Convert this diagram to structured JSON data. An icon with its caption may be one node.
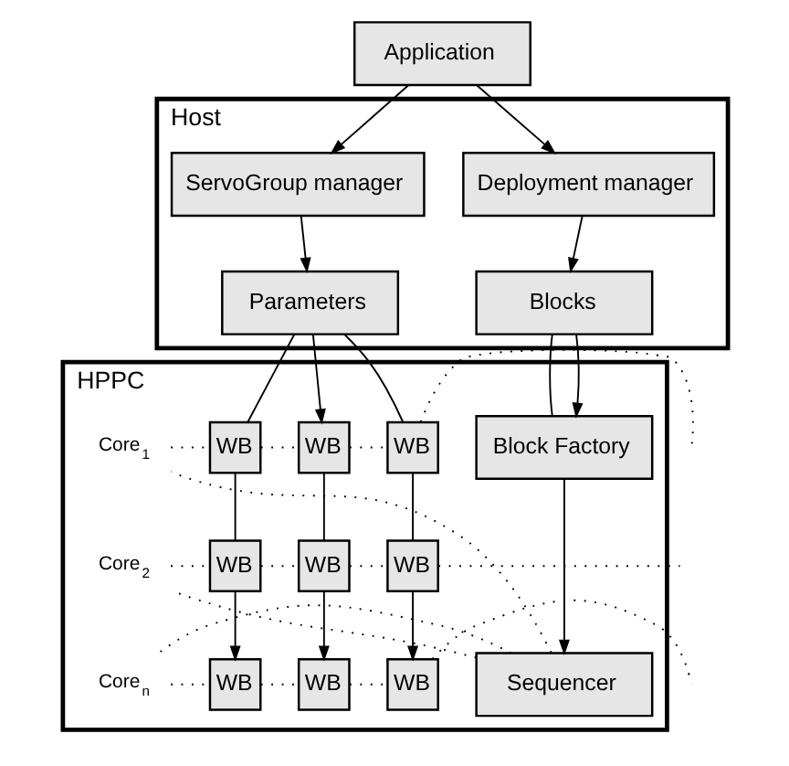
{
  "diagram": {
    "nodes": [
      {
        "text": [
          "Application"
        ]
      },
      {
        "text": [
          "Host"
        ]
      },
      {
        "text": [
          "Deployment manager"
        ],
        "in": 1
      },
      {
        "text": [
          "ServoGroup manager"
        ],
        "in": 1
      },
      {
        "text": [
          "Blocks"
        ],
        "in": 1
      },
      {
        "text": [
          "Parameters"
        ],
        "in": 1
      },
      {
        "text": [
          "HPPC"
        ]
      },
      {
        "text": [
          "Block Factory"
        ],
        "in": 6
      },
      {
        "text": [
          "Sequencer"
        ],
        "in": 6
      },
      {
        "text": [
          "Core$_{1}$"
        ],
        "in": 6
      },
      {
        "text": [
          "Core$_{2}$"
        ],
        "in": 6
      },
      {
        "text": [
          "Core$_{n}$"
        ],
        "in": 6
      },
      {
        "text": [
          "WB"
        ],
        "in": 6
      },
      {
        "text": [
          "WB"
        ],
        "in": 6
      },
      {
        "text": [
          "WB"
        ],
        "in": 6
      },
      {
        "text": [
          "WB"
        ],
        "in": 6
      },
      {
        "text": [
          "WB"
        ],
        "in": 6
      },
      {
        "text": [
          "WB"
        ],
        "in": 6
      },
      {
        "text": [
          "WB"
        ],
        "in": 6
      },
      {
        "text": [
          "WB"
        ],
        "in": 6
      },
      {
        "text": [
          "WB"
        ],
        "in": 6
      }
    ],
    "edges": [
      {
        "from": 0,
        "to": 2,
        "arrow": "to"
      },
      {
        "from": 0,
        "to": 3,
        "arrow": "to"
      },
      {
        "from": 2,
        "to": 4,
        "arrow": "to"
      },
      {
        "from": 3,
        "to": 5,
        "arrow": "to"
      },
      {
        "from": 4,
        "to": 7,
        "arrow": "none"
      },
      {
        "from": 4,
        "to": 7,
        "arrow": "to"
      },
      {
        "from": 5,
        "to": 12,
        "arrow": "none"
      },
      {
        "from": 5,
        "to": 13,
        "arrow": "to"
      },
      {
        "from": 5,
        "to": 14,
        "arrow": "none"
      },
      {
        "from": 7,
        "to": 8,
        "arrow": "to"
      },
      {
        "from": 12,
        "to": 15,
        "arrow": "none"
      },
      {
        "from": 13,
        "to": 16,
        "arrow": "none"
      },
      {
        "from": 14,
        "to": 17,
        "arrow": "none"
      },
      {
        "from": 15,
        "to": 18,
        "arrow": "to"
      },
      {
        "from": 16,
        "to": 19,
        "arrow": "to"
      },
      {
        "from": 17,
        "to": 20,
        "arrow": "to"
      },
      {
        "from": 8,
        "to": 9,
        "arrow": "none",
        "style": "dashed"
      },
      {
        "from": 8,
        "to": 10,
        "arrow": "none",
        "style": "dashed"
      },
      {
        "from": 8,
        "to": 11,
        "arrow": "none",
        "style": "dashed"
      },
      {
        "from": 9,
        "to": 12,
        "arrow": "none",
        "style": "dashed"
      },
      {
        "from": 12,
        "to": 13,
        "arrow": "none",
        "style": "dashed"
      },
      {
        "from": 13,
        "to": 14,
        "arrow": "none",
        "style": "dashed"
      },
      {
        "from": 14,
        "to": null,
        "arrow": "none",
        "style": "dashed"
      },
      {
        "from": 10,
        "to": 15,
        "arrow": "none",
        "style": "dashed"
      },
      {
        "from": 15,
        "to": 16,
        "arrow": "none",
        "style": "dashed"
      },
      {
        "from": 16,
        "to": 17,
        "arrow": "none",
        "style": "dashed"
      },
      {
        "from": 17,
        "to": null,
        "arrow": "none",
        "style": "dashed"
      },
      {
        "from": 11,
        "to": 18,
        "arrow": "none",
        "style": "dashed"
      },
      {
        "from": 18,
        "to": 19,
        "arrow": "none",
        "style": "dashed"
      },
      {
        "from": 19,
        "to": 20,
        "arrow": "none",
        "style": "dashed"
      },
      {
        "from": 20,
        "to": null,
        "arrow": "none",
        "style": "dashed"
      }
    ]
  }
}
